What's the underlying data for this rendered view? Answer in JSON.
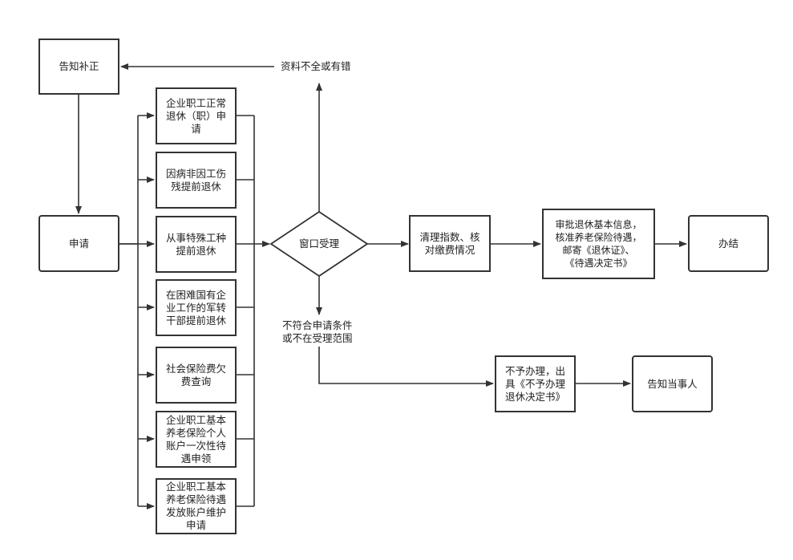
{
  "nodes": {
    "notify_supplement": "告知补正",
    "apply": "申请",
    "type_normal": "企业职工正常\n退休（职）申\n请",
    "type_illness": "因病非因工伤\n残提前退休",
    "type_special": "从事特殊工种\n提前退休",
    "type_military": "在困难国有企\n业工作的军转\n干部提前退休",
    "type_arrears": "社会保险费欠\n费查询",
    "type_lumpsum": "企业职工基本\n养老保险个人\n账户一次性待\n遇申领",
    "type_account": "企业职工基本\n养老保险待遇\n发放账户维护\n申请",
    "window": "窗口受理",
    "verify": "清理指数、核\n对缴费情况",
    "approve": "审批退休基本信息，\n核准养老保险待遇，\n邮寄《退休证》、\n《待遇决定书》",
    "done": "办结",
    "reject": "不予办理，出\n具《不予办理\n退休决定书》",
    "notify_party": "告知当事人"
  },
  "labels": {
    "incomplete": "资料不全或有错",
    "not_eligible": "不符合申请条件\n或不在受理范围"
  },
  "colors": {
    "line": "#333333",
    "box_border": "#333333",
    "background": "#ffffff"
  }
}
